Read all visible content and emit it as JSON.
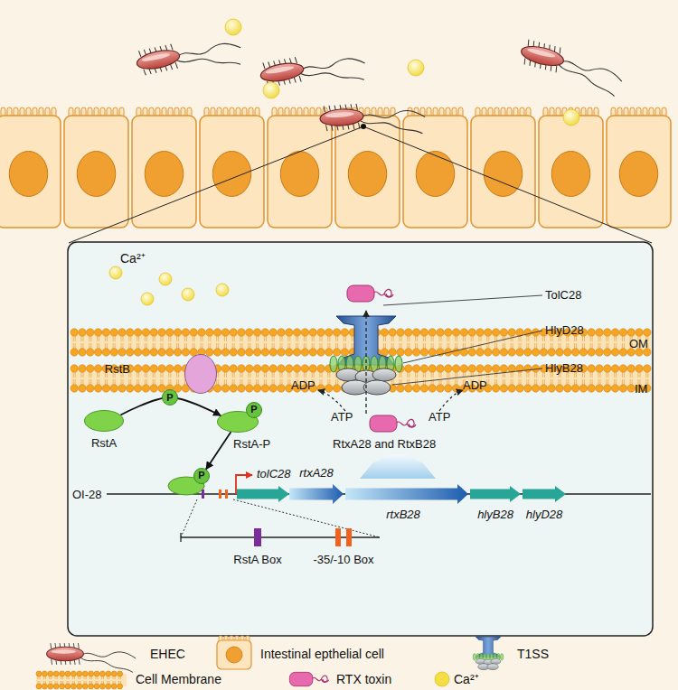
{
  "diagram": {
    "nodes": [
      {
        "text": [
          "RstB"
        ]
      },
      {
        "text": [
          "RstA"
        ]
      },
      {
        "text": [
          "RstA-P"
        ]
      },
      {
        "text": [
          "P"
        ],
        "in": 2
      },
      {
        "text": [
          "P"
        ]
      },
      {
        "text": [
          "tolC28"
        ]
      },
      {
        "text": [
          "rtxA28"
        ]
      },
      {
        "text": [
          "rtxB28"
        ]
      },
      {
        "text": [
          "hlyB28"
        ]
      },
      {
        "text": [
          "hlyD28"
        ]
      },
      {
        "text": [
          "RstA Box"
        ]
      },
      {
        "text": [
          "-35/-10 Box"
        ]
      }
    ],
    "edges": [
      {
        "from": 1,
        "to": 2,
        "arrow": "to",
        "label": "P"
      },
      {
        "from": 2,
        "to": 4,
        "arrow": "to"
      }
    ],
    "labels": [
      "Ca²⁺",
      "TolC28",
      "HlyD28",
      "OM",
      "HlyB28",
      "IM",
      "ADP",
      "ADP",
      "ATP",
      "ATP",
      "RtxA28 and RtxB28",
      "OI-28"
    ],
    "legend": [
      {
        "text": "EHEC"
      },
      {
        "text": "Intestinal epthelial cell"
      },
      {
        "text": "T1SS"
      },
      {
        "text": "Cell Membrane"
      },
      {
        "text": "RTX toxin"
      },
      {
        "text": "Ca²⁺",
        "color": "#f3df45"
      }
    ]
  }
}
